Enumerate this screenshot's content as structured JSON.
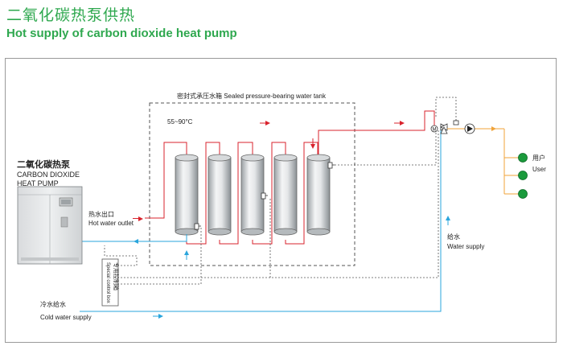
{
  "title_cn": "二氧化碳热泵供热",
  "title_en": "Hot supply of carbon dioxide heat pump",
  "tank": {
    "label": "密封式承压水箱 Sealed pressure-bearing water tank",
    "temp": "55~90°C"
  },
  "heat_pump": {
    "label_cn": "二氧化碳热泵",
    "label_en_1": "CARBON DIOXIDE",
    "label_en_2": "HEAT PUMP"
  },
  "hot_outlet": {
    "cn": "热水出口",
    "en": "Hot water outlet"
  },
  "control_box": {
    "cn": "专用控制箱",
    "en": "Special control box"
  },
  "cold_supply": {
    "cn": "冷水给水",
    "en": "Cold water supply"
  },
  "water_supply": {
    "cn": "给水",
    "en": "Water supply"
  },
  "user": {
    "cn": "用户",
    "en": "User"
  },
  "valve_letter": "M",
  "colors": {
    "green_title": "#2fa84f",
    "hot_pipe": "#d9232d",
    "cold_pipe": "#2aa5dc",
    "user_pipe": "#f0a33a",
    "user_node": "#1a9a3c"
  }
}
